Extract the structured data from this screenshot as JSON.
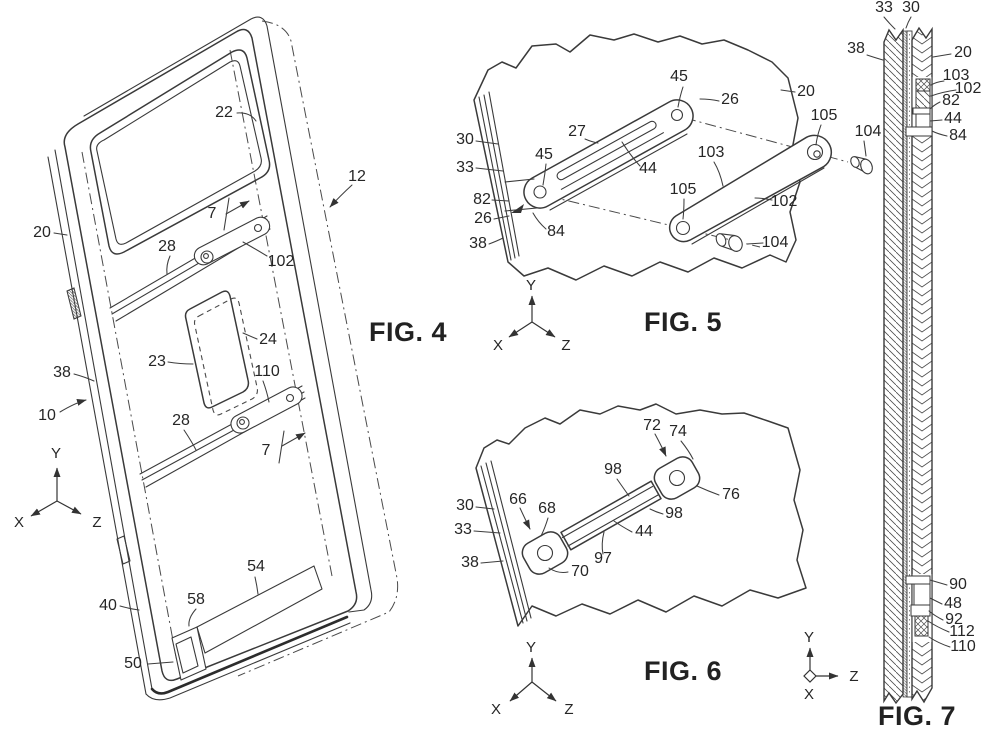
{
  "sheet": {
    "type": "patent-drawing-sheet",
    "background_color": "#ffffff",
    "line_color": "#3a3a3a",
    "text_color": "#262626"
  },
  "figures": [
    {
      "id": "fig4",
      "caption": "FIG. 4",
      "axis": {
        "x": "X",
        "y": "Y",
        "z": "Z"
      },
      "labels": [
        "22",
        "12",
        "20",
        "7",
        "28",
        "102",
        "24",
        "23",
        "110",
        "28",
        "7",
        "38",
        "10",
        "40",
        "58",
        "54",
        "50"
      ]
    },
    {
      "id": "fig5",
      "caption": "FIG. 5",
      "axis": {
        "x": "X",
        "y": "Y",
        "z": "Z"
      },
      "labels": [
        "45",
        "26",
        "20",
        "105",
        "104",
        "30",
        "33",
        "27",
        "45",
        "44",
        "103",
        "105",
        "102",
        "82",
        "26",
        "84",
        "38",
        "104"
      ]
    },
    {
      "id": "fig6",
      "caption": "FIG. 6",
      "axis": {
        "x": "X",
        "y": "Y",
        "z": "Z"
      },
      "labels": [
        "72",
        "74",
        "98",
        "66",
        "68",
        "30",
        "33",
        "38",
        "76",
        "98",
        "44",
        "97",
        "70"
      ]
    },
    {
      "id": "fig7",
      "caption": "FIG. 7",
      "axis": {
        "x": "X",
        "y": "Y",
        "z": "Z"
      },
      "labels": [
        "33",
        "30",
        "38",
        "20",
        "103",
        "102",
        "82",
        "44",
        "84",
        "90",
        "48",
        "92",
        "112",
        "110"
      ]
    }
  ]
}
